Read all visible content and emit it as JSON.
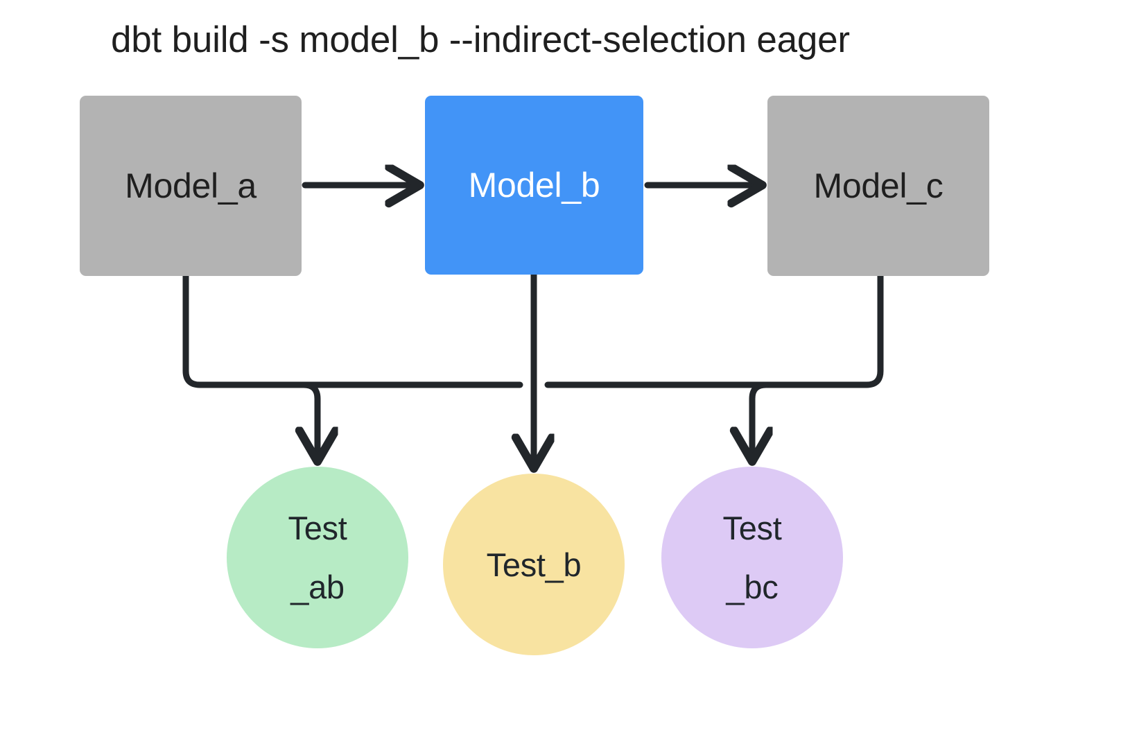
{
  "title": "dbt build -s model_b --indirect-selection eager",
  "colors": {
    "background": "#ffffff",
    "edge": "#22262a",
    "title_text": "#1f1f1f",
    "model_default_fill": "#b3b3b3",
    "model_default_text": "#1f1f1f",
    "model_selected_fill": "#4294f7",
    "model_selected_text": "#ffffff",
    "test_ab_fill": "#b7ebc5",
    "test_b_fill": "#f8e3a1",
    "test_bc_fill": "#ddcaf5",
    "test_text": "#20262b"
  },
  "models": [
    {
      "id": "model_a",
      "label": "Model_a",
      "fill": "#b3b3b3",
      "text_color": "#1f1f1f",
      "selected": false
    },
    {
      "id": "model_b",
      "label": "Model_b",
      "fill": "#4294f7",
      "text_color": "#ffffff",
      "selected": true
    },
    {
      "id": "model_c",
      "label": "Model_c",
      "fill": "#b3b3b3",
      "text_color": "#1f1f1f",
      "selected": false
    }
  ],
  "tests": [
    {
      "id": "test_ab",
      "line1": "Test",
      "line2": "_ab",
      "fill": "#b7ebc5"
    },
    {
      "id": "test_b",
      "line1": "Test_b",
      "line2": "",
      "fill": "#f8e3a1"
    },
    {
      "id": "test_bc",
      "line1": "Test",
      "line2": "_bc",
      "fill": "#ddcaf5"
    }
  ],
  "edges": [
    {
      "id": "model_a-to-model_b",
      "from": "model_a",
      "to": "model_b",
      "kind": "arrow-right"
    },
    {
      "id": "model_b-to-model_c",
      "from": "model_b",
      "to": "model_c",
      "kind": "arrow-right"
    },
    {
      "id": "model_a-to-test_ab",
      "from": "model_a",
      "to": "test_ab",
      "kind": "elbow-down"
    },
    {
      "id": "model_b-to-test_ab",
      "from": "model_b",
      "to": "test_ab",
      "kind": "elbow-down"
    },
    {
      "id": "model_b-to-test_b",
      "from": "model_b",
      "to": "test_b",
      "kind": "straight-down"
    },
    {
      "id": "model_b-to-test_bc",
      "from": "model_b",
      "to": "test_bc",
      "kind": "elbow-down"
    },
    {
      "id": "model_c-to-test_bc",
      "from": "model_c",
      "to": "test_bc",
      "kind": "elbow-down"
    }
  ]
}
